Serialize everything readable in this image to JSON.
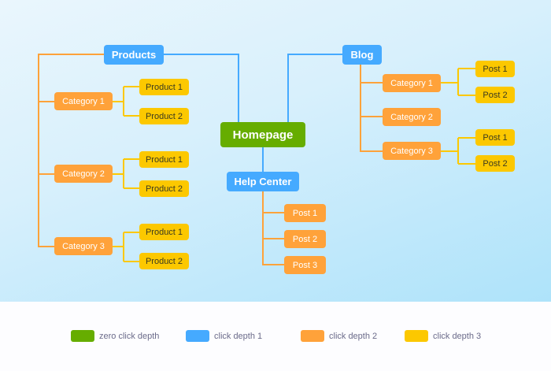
{
  "nodes": {
    "homepage": "Homepage",
    "products": {
      "label": "Products",
      "categories": [
        {
          "label": "Category 1",
          "children": [
            "Product 1",
            "Product 2"
          ]
        },
        {
          "label": "Category 2",
          "children": [
            "Product 1",
            "Product 2"
          ]
        },
        {
          "label": "Category 3",
          "children": [
            "Product 1",
            "Product 2"
          ]
        }
      ]
    },
    "help_center": {
      "label": "Help Center",
      "children": [
        "Post 1",
        "Post 2",
        "Post 3"
      ]
    },
    "blog": {
      "label": "Blog",
      "categories": [
        {
          "label": "Category 1",
          "children": [
            "Post 1",
            "Post 2"
          ]
        },
        {
          "label": "Category 2",
          "children": []
        },
        {
          "label": "Category 3",
          "children": [
            "Post 1",
            "Post 2"
          ]
        }
      ]
    }
  },
  "legend": [
    {
      "label": "zero click depth",
      "color": "#66ad00"
    },
    {
      "label": "click depth 1",
      "color": "#45aaff"
    },
    {
      "label": "click depth 2",
      "color": "#ffa23a"
    },
    {
      "label": "click depth 3",
      "color": "#fcc800"
    }
  ]
}
